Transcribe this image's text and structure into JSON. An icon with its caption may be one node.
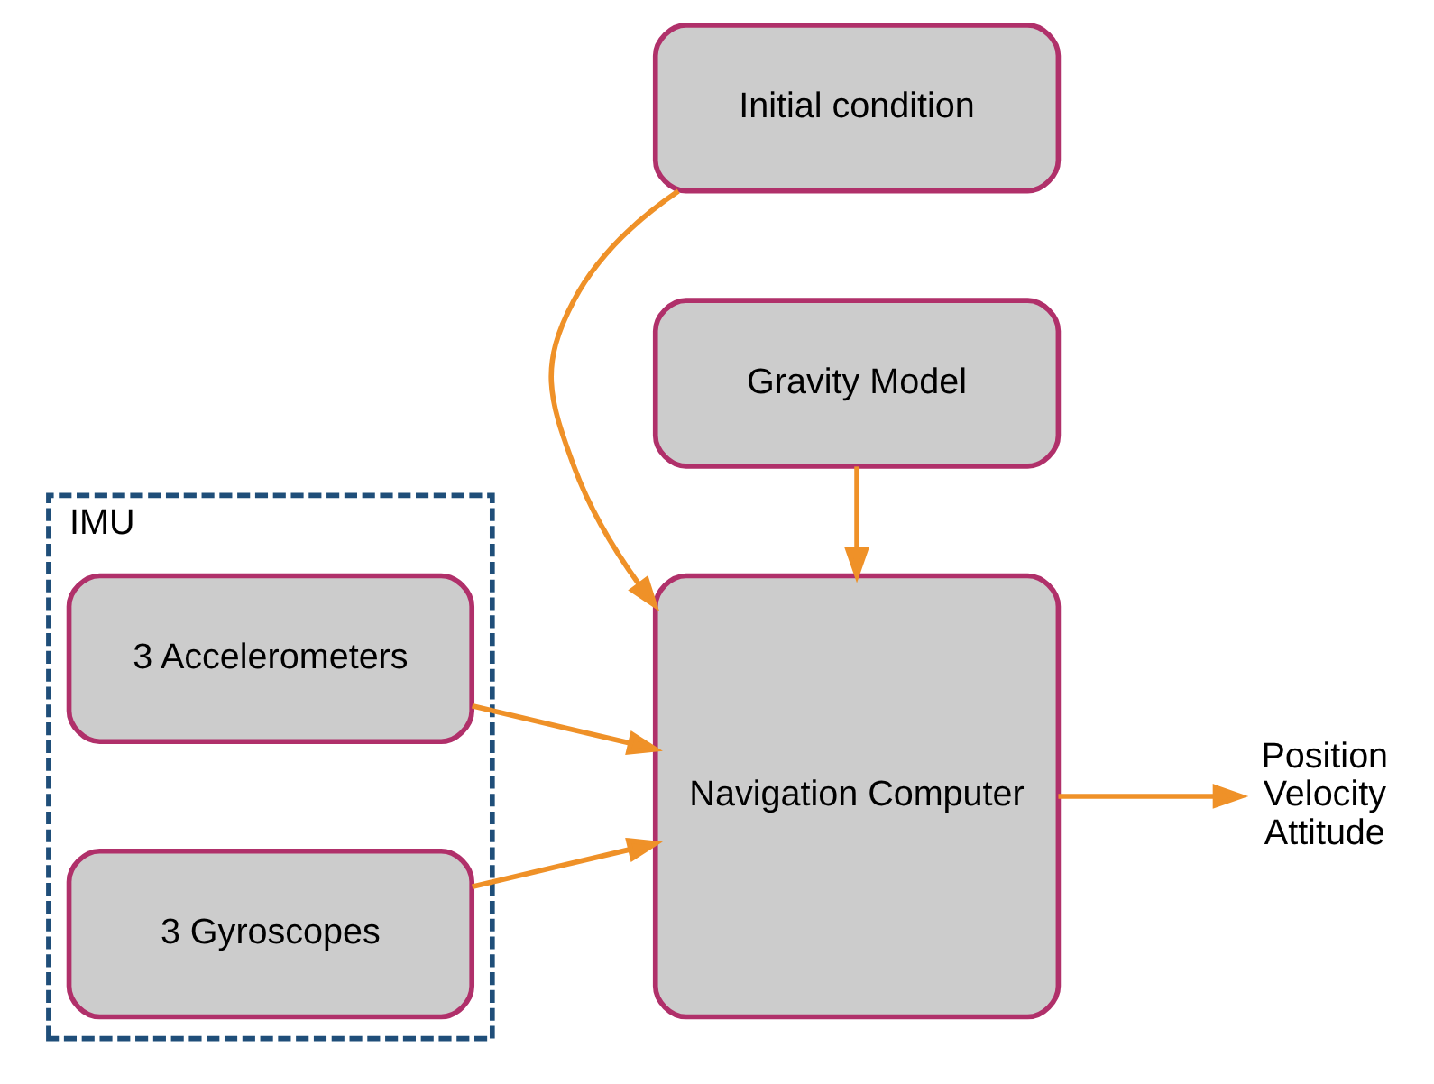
{
  "diagram": {
    "nodes": [
      {
        "text": [
          "Initial condition"
        ]
      },
      {
        "text": [
          "IMU"
        ]
      },
      {
        "text": [
          "3 Accelerometers"
        ],
        "in": 1
      },
      {
        "text": [
          "3 Gyroscopes"
        ],
        "in": 1
      },
      {
        "text": [
          "Navigation Computer"
        ]
      },
      {
        "text": [
          "Position Velocity Attitude"
        ]
      },
      {
        "text": [
          "Gravity Model"
        ]
      }
    ],
    "edges": [
      {
        "from": 0,
        "to": 4,
        "arrow": "to"
      },
      {
        "from": 2,
        "to": 4,
        "arrow": "to"
      },
      {
        "from": 3,
        "to": 4,
        "arrow": "to"
      },
      {
        "from": 4,
        "to": 5,
        "arrow": "to"
      },
      {
        "from": 6,
        "to": 4,
        "arrow": "to"
      }
    ]
  }
}
